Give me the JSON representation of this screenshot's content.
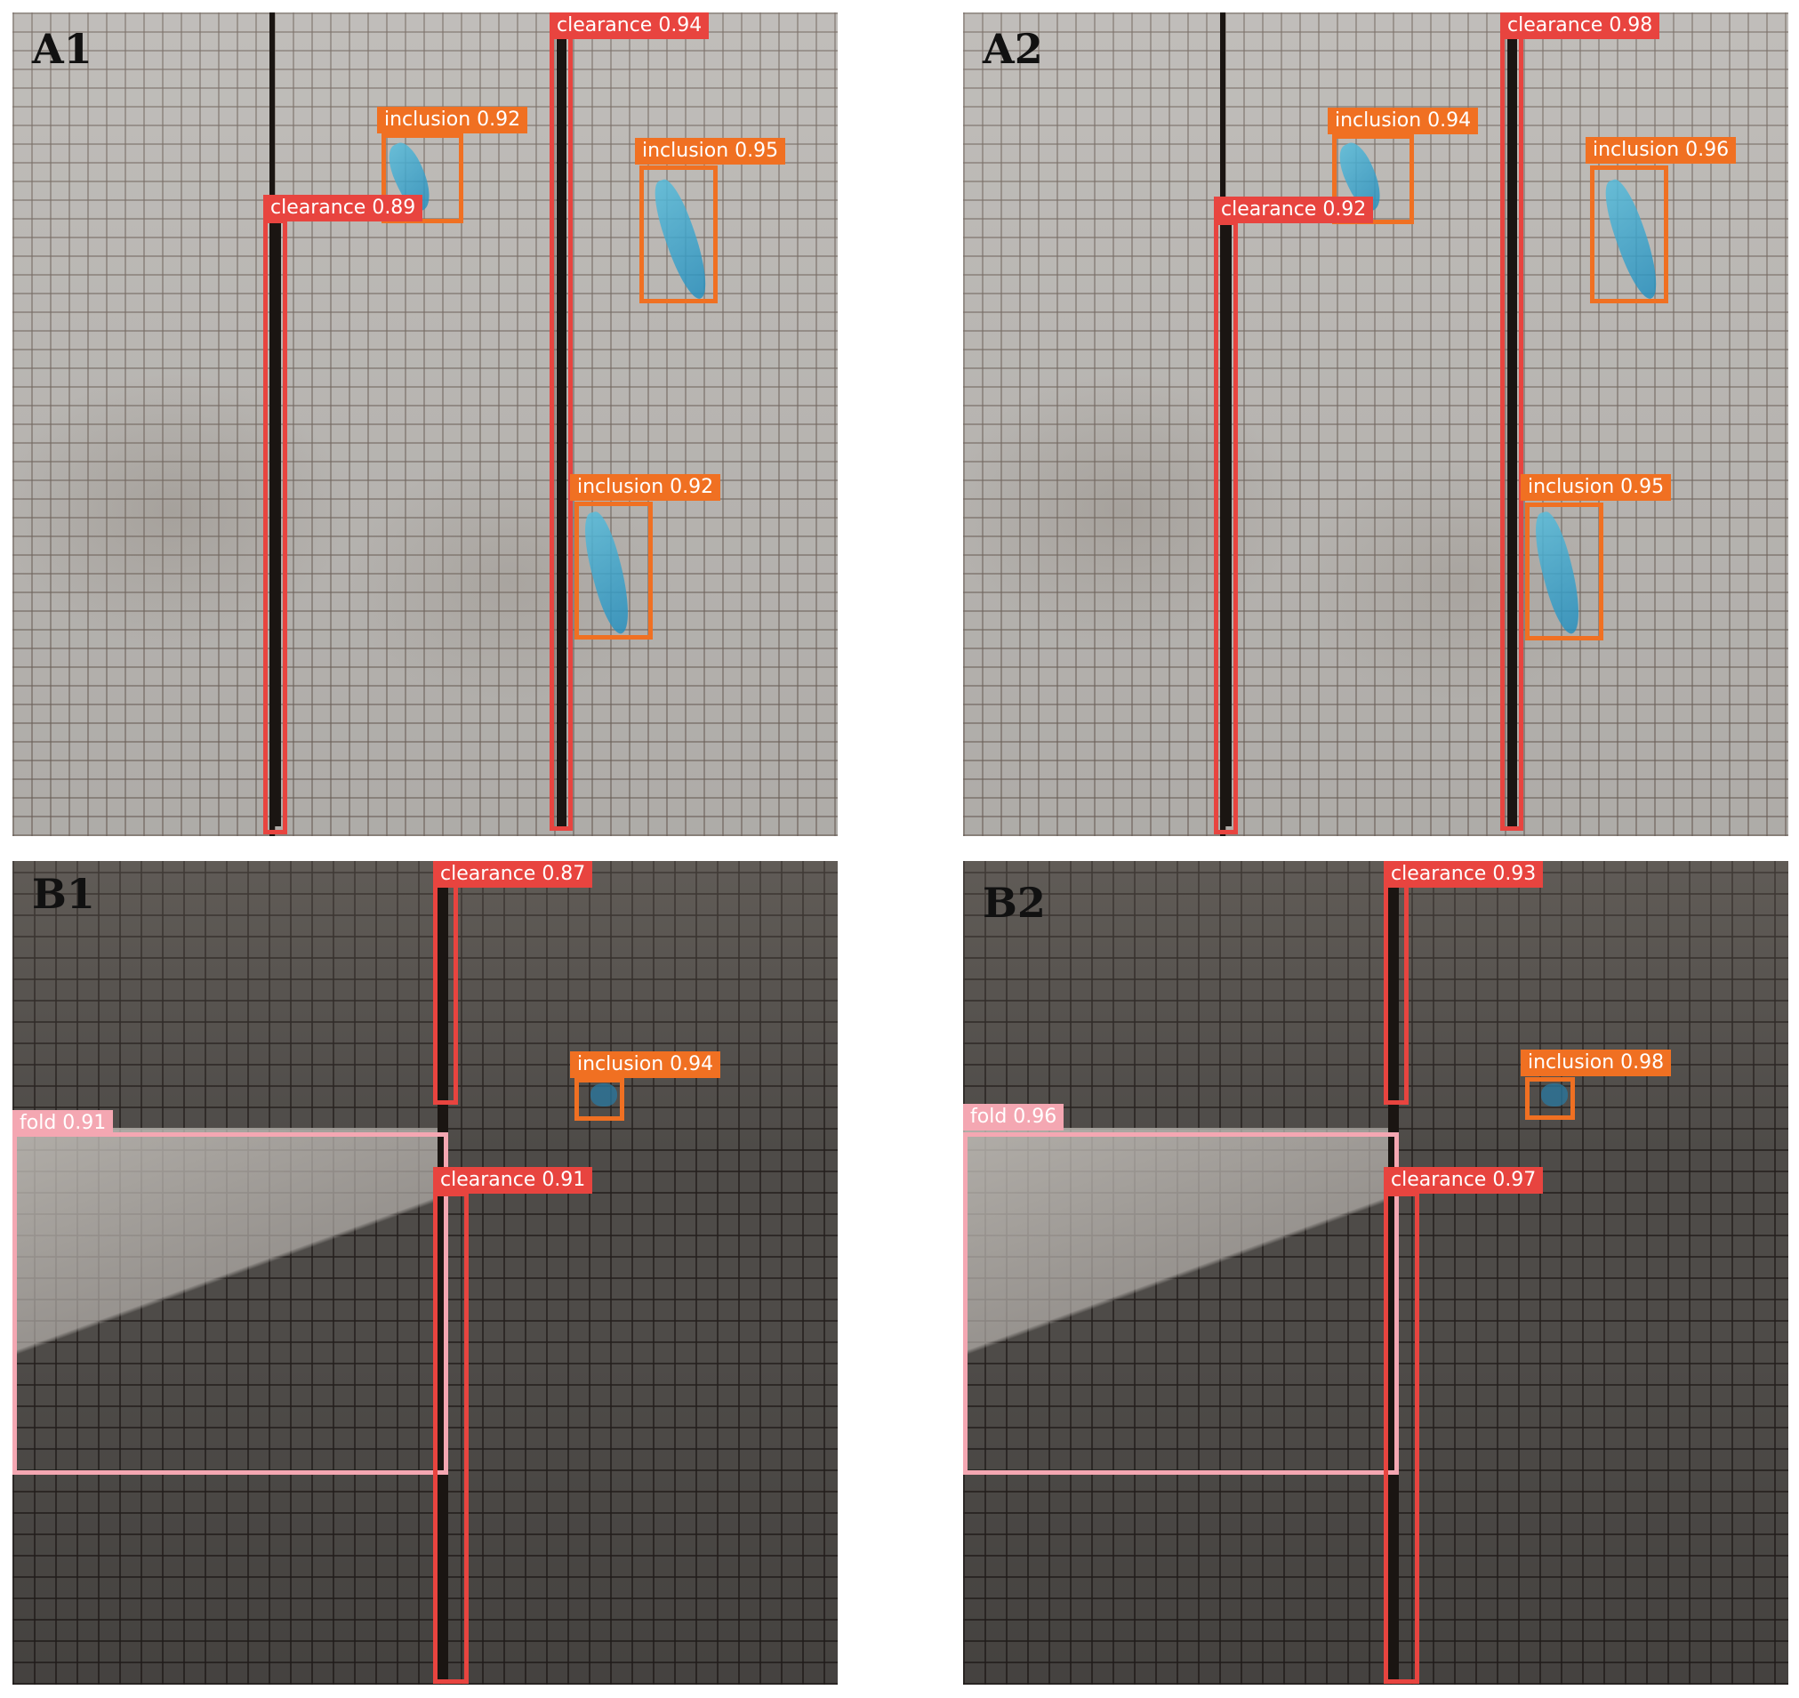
{
  "panels": [
    {
      "id": "a1",
      "letter": "A1",
      "tone": "light",
      "detections": [
        {
          "cls": "clearance",
          "label": "clearance 0.94"
        },
        {
          "cls": "inclusion",
          "label": "inclusion 0.92"
        },
        {
          "cls": "inclusion",
          "label": "inclusion 0.95"
        },
        {
          "cls": "clearance",
          "label": "clearance 0.89"
        },
        {
          "cls": "inclusion",
          "label": "inclusion 0.92"
        }
      ]
    },
    {
      "id": "a2",
      "letter": "A2",
      "tone": "light",
      "detections": [
        {
          "cls": "clearance",
          "label": "clearance 0.98"
        },
        {
          "cls": "inclusion",
          "label": "inclusion 0.94"
        },
        {
          "cls": "inclusion",
          "label": "inclusion 0.96"
        },
        {
          "cls": "clearance",
          "label": "clearance 0.92"
        },
        {
          "cls": "inclusion",
          "label": "inclusion 0.95"
        }
      ]
    },
    {
      "id": "b1",
      "letter": "B1",
      "tone": "dark",
      "detections": [
        {
          "cls": "clearance",
          "label": "clearance 0.87"
        },
        {
          "cls": "inclusion",
          "label": "inclusion 0.94"
        },
        {
          "cls": "fold",
          "label": "fold 0.91"
        },
        {
          "cls": "clearance",
          "label": "clearance 0.91"
        }
      ]
    },
    {
      "id": "b2",
      "letter": "B2",
      "tone": "dark",
      "detections": [
        {
          "cls": "clearance",
          "label": "clearance 0.93"
        },
        {
          "cls": "inclusion",
          "label": "inclusion 0.98"
        },
        {
          "cls": "fold",
          "label": "fold 0.96"
        },
        {
          "cls": "clearance",
          "label": "clearance 0.97"
        }
      ]
    }
  ],
  "colors": {
    "clearance": "#e8443f",
    "inclusion": "#f07022",
    "fold": "#f4a7b2"
  }
}
